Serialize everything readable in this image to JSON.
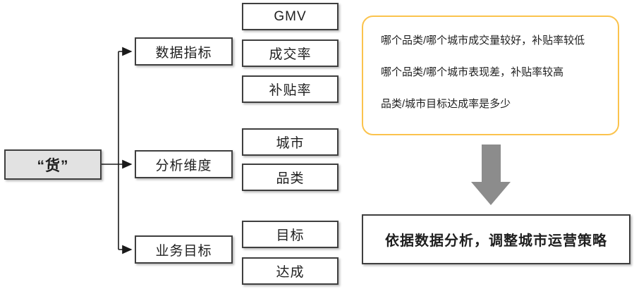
{
  "diagram": {
    "root": {
      "label": "“货”"
    },
    "branches": [
      {
        "label": "数据指标",
        "children": [
          "GMV",
          "成交率",
          "补贴率"
        ]
      },
      {
        "label": "分析维度",
        "children": [
          "城市",
          "品类"
        ]
      },
      {
        "label": "业务目标",
        "children": [
          "目标",
          "达成"
        ]
      }
    ],
    "callout": {
      "lines": [
        "哪个品类/哪个城市成交量较好，补贴率较低",
        "哪个品类/哪个城市表现差，补贴率较高",
        "品类/城市目标达成率是多少"
      ]
    },
    "conclusion": "依据数据分析，调整城市运营策略",
    "colors": {
      "root_fill": "#e2e2e2",
      "box_border": "#3f3f3f",
      "callout_border": "#fbc34d",
      "arrow_gray": "#8c8c8c"
    }
  }
}
